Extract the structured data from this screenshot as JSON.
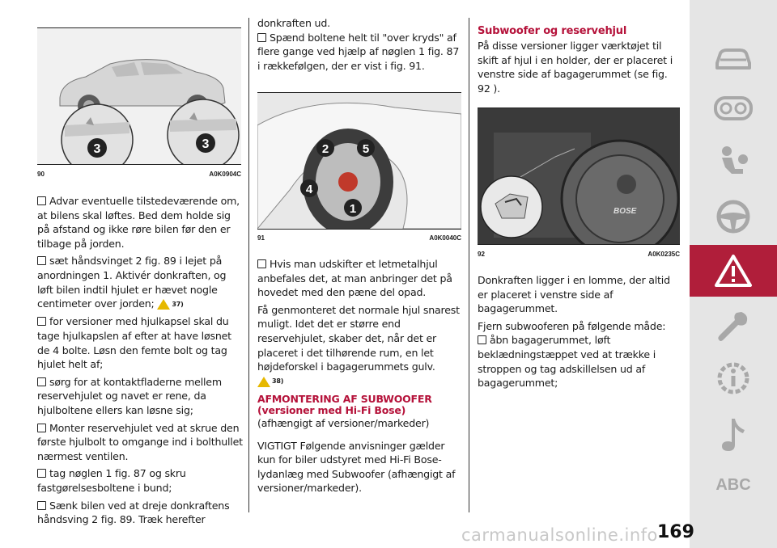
{
  "figures": {
    "fig90": {
      "number": "90",
      "code": "A0K0904C"
    },
    "fig91": {
      "number": "91",
      "code": "A0K0040C"
    },
    "fig92": {
      "number": "92",
      "code": "A0K0235C"
    }
  },
  "callouts": {
    "fig90": [
      "3",
      "3"
    ],
    "fig91": [
      "2",
      "5",
      "4",
      "1"
    ],
    "fig92_brand": "BOSE"
  },
  "col1": {
    "p1": "Advar eventuelle tilstedeværende om, at bilens skal løftes. Bed dem holde sig på afstand og ikke røre bilen før den er tilbage på jorden.",
    "p2": "sæt håndsvinget 2 fig. 89 i lejet på anordningen 1. Aktivér donkraften, og løft bilen indtil hjulet er hævet nogle centimeter over jorden;",
    "p2_ref": "37)",
    "p3": "for versioner med hjulkapsel skal du tage hjulkapslen af efter at have løsnet de 4 bolte. Løsn den femte bolt og tag hjulet helt af;",
    "p4": "sørg for at kontaktfladerne mellem reservehjulet og navet er rene, da hjulboltene ellers kan løsne sig;",
    "p5": "Monter reservehjulet ved at skrue den første hjulbolt to omgange ind i bolthullet nærmest ventilen.",
    "p6": "tag nøglen 1 fig. 87 og skru fastgørelsesboltene i bund;",
    "p7": "Sænk bilen ved at dreje donkraftens håndsving 2 fig. 89. Træk herefter"
  },
  "col2": {
    "p1": "donkraften ud.",
    "p2": "Spænd boltene helt til \"over kryds\" af flere gange ved hjælp af nøglen 1 fig. 87 i rækkefølgen, der er vist i fig. 91.",
    "p3": "Hvis man udskifter et letmetalhjul anbefales det, at man anbringer det på hovedet med den pæne del opad.",
    "p4": "Få genmonteret det normale hjul snarest muligt. Idet det er større end reservehjulet, skaber det, når det er placeret i det tilhørende rum, en let højdeforskel i bagagerummets gulv.",
    "p4_ref": "38)",
    "heading": "AFMONTERING AF SUBWOOFER (versioner med Hi-Fi Bose)",
    "p5": "(afhængigt af versioner/markeder)",
    "p6": "VIGTIGT Følgende anvisninger gælder kun for biler udstyret med Hi-Fi Bose-lydanlæg med Subwoofer (afhængigt af versioner/markeder)."
  },
  "col3": {
    "heading": "Subwoofer og reservehjul",
    "p1": "På disse versioner ligger værktøjet til skift af hjul i en holder, der er placeret i venstre side af bagagerummet (se fig. 92 ).",
    "p2": "Donkraften ligger i en lomme, der altid er placeret i venstre side af bagagerummet.",
    "p3": "Fjern subwooferen på følgende måde:",
    "p4": "åbn bagagerummet, løft beklædningstæppet ved at trække i stroppen og tag adskillelsen ud af bagagerummet;"
  },
  "page_number": "169",
  "watermark": "carmanualsonline.info",
  "sidebar": {
    "items": [
      "car-icon",
      "dashboard-icon",
      "airbag-icon",
      "steering-wheel-icon",
      "warning-icon",
      "wrench-icon",
      "info-icon",
      "music-icon",
      "abc-icon"
    ],
    "abc_label": "ABC",
    "active_color": "#b01e3a",
    "icon_color": "#a8a8a8"
  },
  "colors": {
    "accent": "#b5123a",
    "warning_yellow": "#e6b800"
  }
}
